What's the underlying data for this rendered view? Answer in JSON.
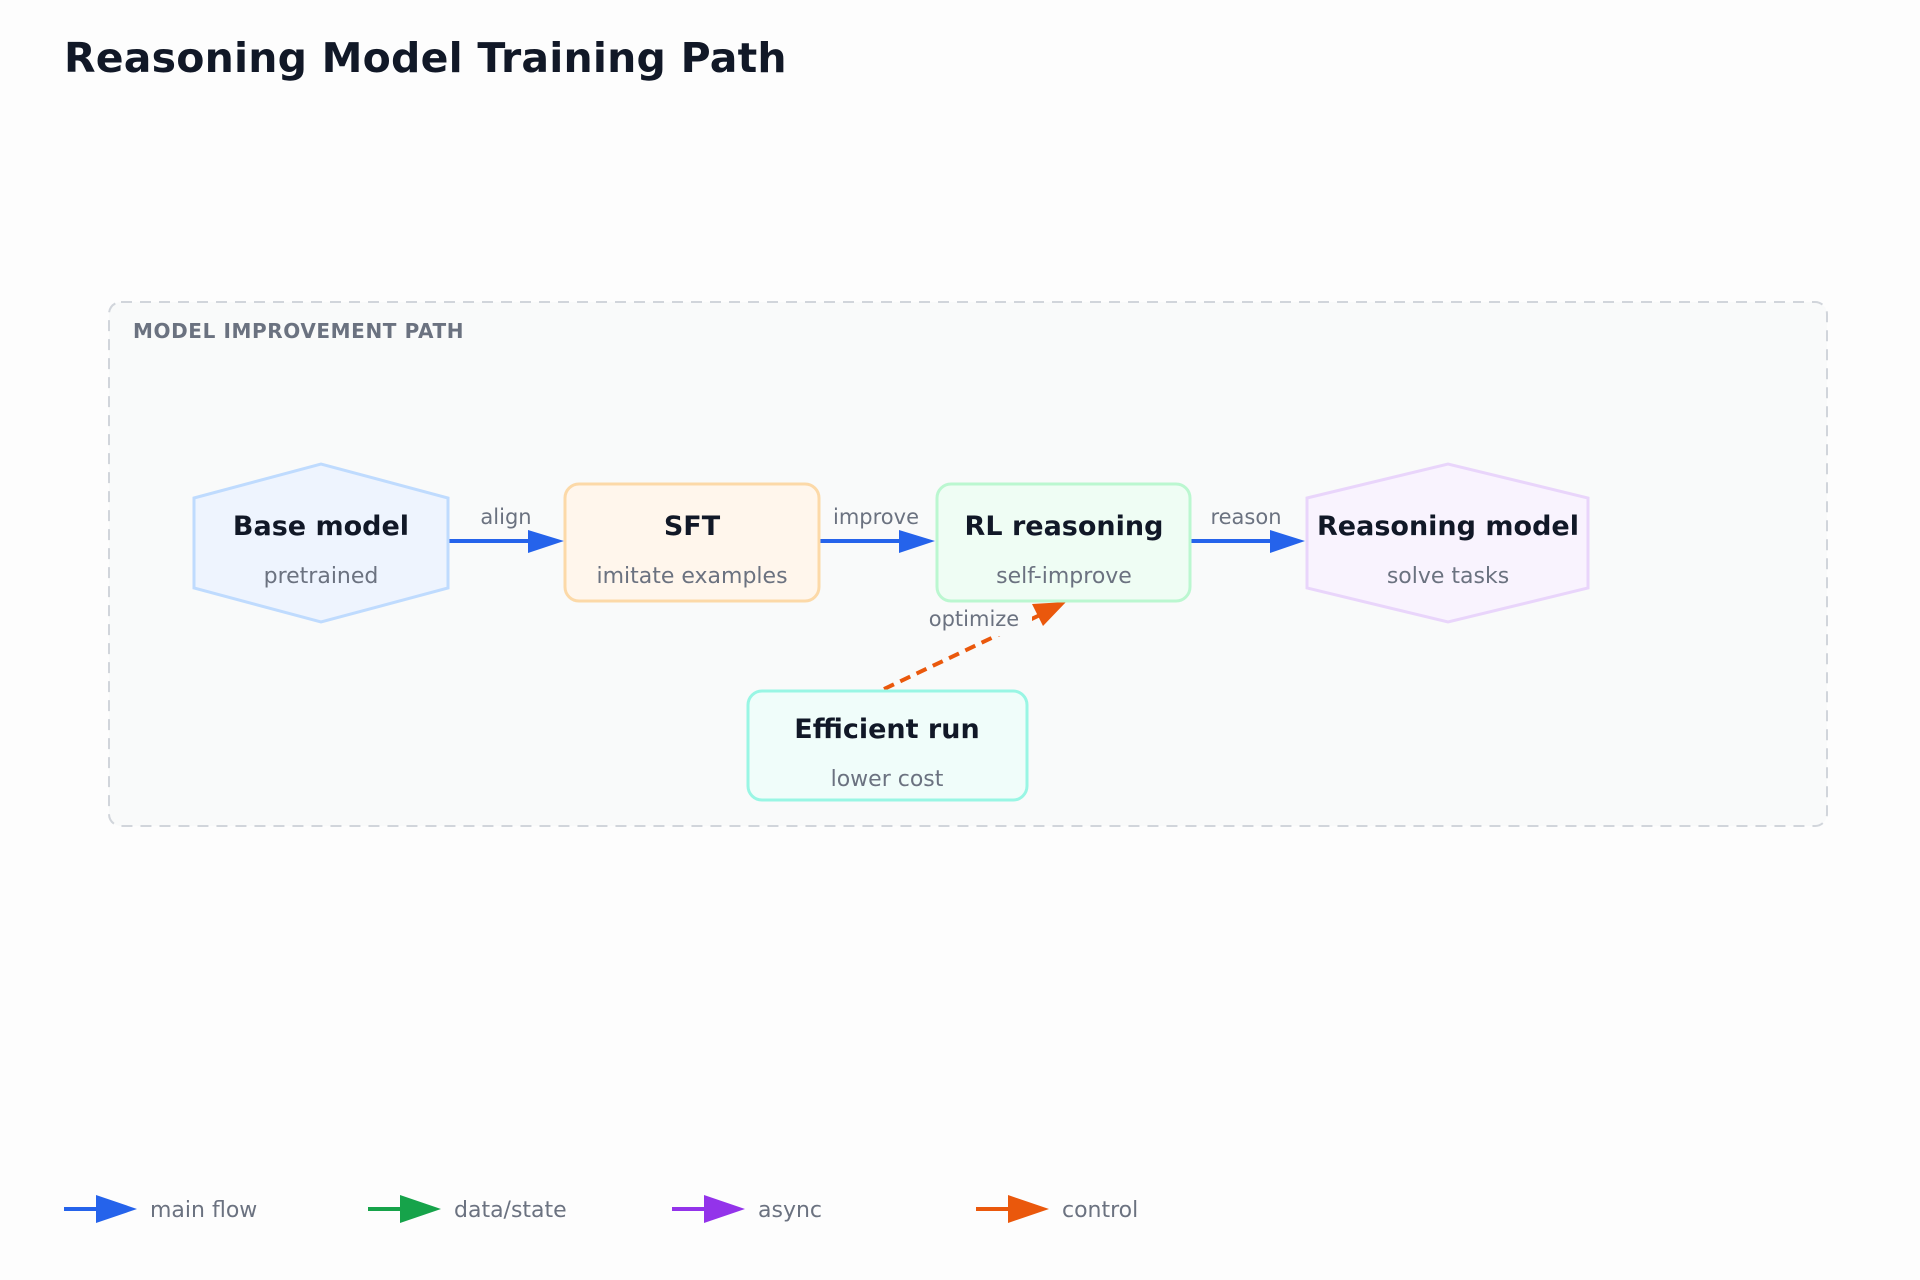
{
  "title": "Reasoning Model Training Path",
  "group": {
    "label": "MODEL IMPROVEMENT PATH"
  },
  "nodes": {
    "base": {
      "title": "Base model",
      "subtitle": "pretrained",
      "color": "#eef4fe",
      "border": "#bfdbfe"
    },
    "sft": {
      "title": "SFT",
      "subtitle": "imitate examples",
      "color": "#fff6ec",
      "border": "#fcd9a8"
    },
    "rl": {
      "title": "RL reasoning",
      "subtitle": "self-improve",
      "color": "#effdf4",
      "border": "#bbf7d0"
    },
    "reasoning": {
      "title": "Reasoning model",
      "subtitle": "solve tasks",
      "color": "#f9f3fe",
      "border": "#e9d5fb"
    },
    "efficient": {
      "title": "Efficient run",
      "subtitle": "lower cost",
      "color": "#f0fdfa",
      "border": "#99f6e4"
    }
  },
  "edges": {
    "align": {
      "label": "align",
      "color": "#2563eb"
    },
    "improve": {
      "label": "improve",
      "color": "#2563eb"
    },
    "reason": {
      "label": "reason",
      "color": "#2563eb"
    },
    "optimize": {
      "label": "optimize",
      "color": "#ea580c"
    }
  },
  "legend": [
    {
      "label": "main flow",
      "color": "#2563eb"
    },
    {
      "label": "data/state",
      "color": "#16a34a"
    },
    {
      "label": "async",
      "color": "#9333ea"
    },
    {
      "label": "control",
      "color": "#ea580c"
    }
  ]
}
